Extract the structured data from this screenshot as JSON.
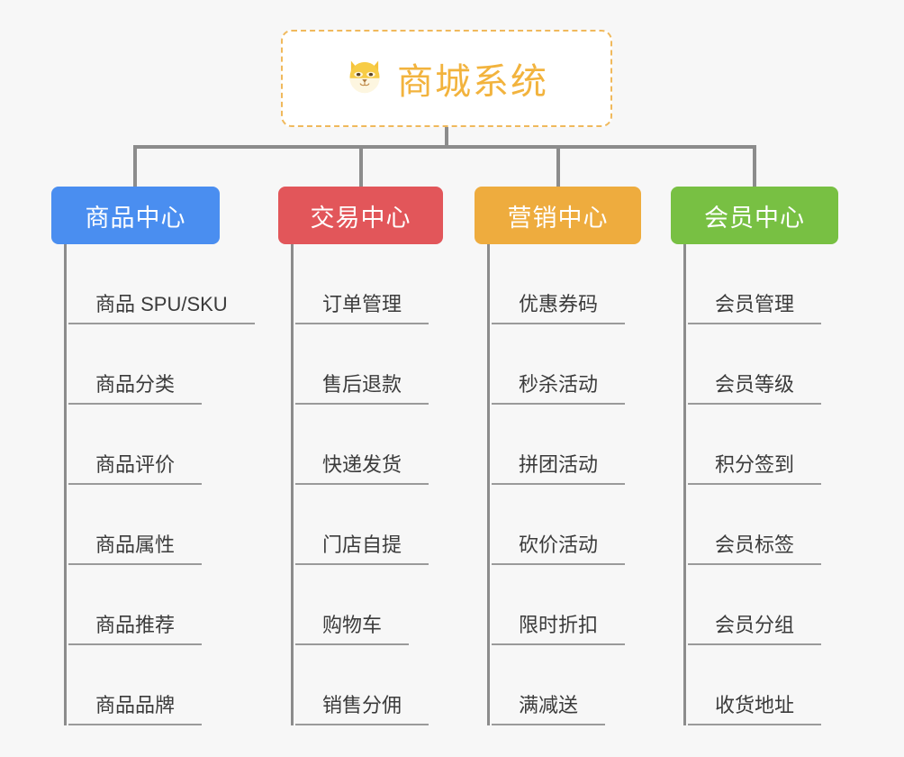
{
  "canvas": {
    "background": "#f7f7f7",
    "line_color": "#8c8c8c"
  },
  "root": {
    "icon": "shiba-dog-face-icon",
    "emoji": "🐕",
    "title": "商城系统",
    "text_color": "#f2b33d",
    "border_color": "#f0b95c",
    "background": "#ffffff"
  },
  "categories": [
    {
      "id": "product-center",
      "label": "商品中心",
      "color": "#4a8ef0",
      "items": [
        {
          "label": "商品 SPU/SKU"
        },
        {
          "label": "商品分类"
        },
        {
          "label": "商品评价"
        },
        {
          "label": "商品属性"
        },
        {
          "label": "商品推荐"
        },
        {
          "label": "商品品牌"
        }
      ]
    },
    {
      "id": "trade-center",
      "label": "交易中心",
      "color": "#e2565a",
      "items": [
        {
          "label": "订单管理"
        },
        {
          "label": "售后退款"
        },
        {
          "label": "快递发货"
        },
        {
          "label": "门店自提"
        },
        {
          "label": "购物车"
        },
        {
          "label": "销售分佣"
        }
      ]
    },
    {
      "id": "marketing-center",
      "label": "营销中心",
      "color": "#eeac3e",
      "items": [
        {
          "label": "优惠券码"
        },
        {
          "label": "秒杀活动"
        },
        {
          "label": "拼团活动"
        },
        {
          "label": "砍价活动"
        },
        {
          "label": "限时折扣"
        },
        {
          "label": "满减送"
        }
      ]
    },
    {
      "id": "member-center",
      "label": "会员中心",
      "color": "#78c043",
      "items": [
        {
          "label": "会员管理"
        },
        {
          "label": "会员等级"
        },
        {
          "label": "积分签到"
        },
        {
          "label": "会员标签"
        },
        {
          "label": "会员分组"
        },
        {
          "label": "收货地址"
        }
      ]
    }
  ]
}
